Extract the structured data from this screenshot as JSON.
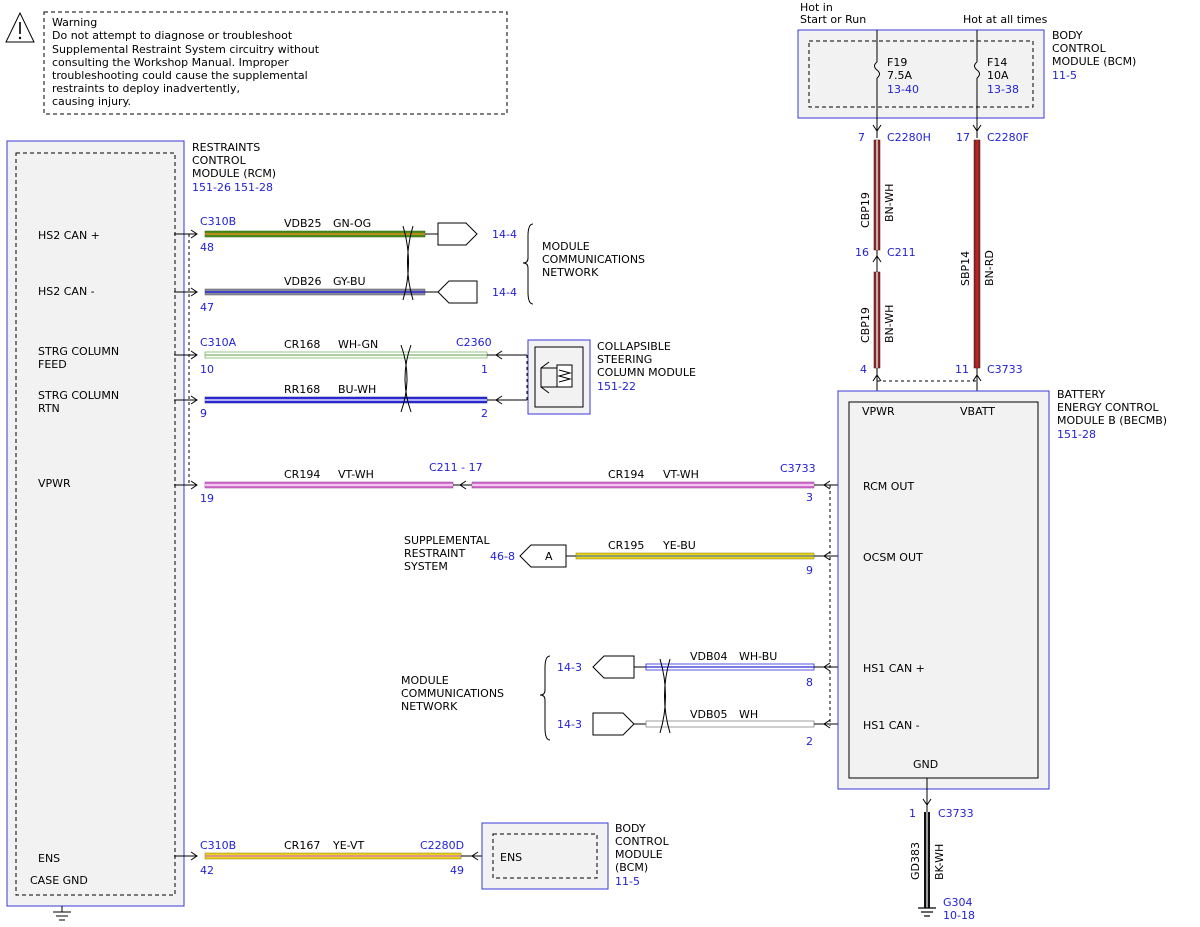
{
  "warning": {
    "lines": [
      "Warning",
      "Do not attempt to diagnose or troubleshoot",
      "Supplemental Restraint System circuitry without",
      "consulting the Workshop Manual. Improper",
      "troubleshooting could cause the supplemental",
      "restraints to deploy inadvertently,",
      "causing injury."
    ]
  },
  "rcm": {
    "title_lines": [
      "RESTRAINTS",
      "CONTROL",
      "MODULE (RCM)"
    ],
    "ref1": "151-26",
    "ref2": "151-28",
    "pins": {
      "hs2_can_plus": "HS2 CAN +",
      "hs2_can_minus": "HS2 CAN -",
      "strg_feed_1": "STRG COLUMN",
      "strg_feed_2": "FEED",
      "strg_rtn_1": "STRG COLUMN",
      "strg_rtn_2": "RTN",
      "vpwr": "VPWR",
      "ens": "ENS",
      "case_gnd": "CASE GND"
    }
  },
  "bcm_top": {
    "title_lines": [
      "BODY",
      "CONTROL",
      "MODULE (BCM)"
    ],
    "ref": "11-5",
    "hot_run_1": "Hot in",
    "hot_run_2": "Start or Run",
    "hot_always": "Hot at all times",
    "fuse_a_name": "F19",
    "fuse_a_rating": "7.5A",
    "fuse_a_ref": "13-40",
    "fuse_b_name": "F14",
    "fuse_b_rating": "10A",
    "fuse_b_ref": "13-38"
  },
  "becmb": {
    "title_lines": [
      "BATTERY",
      "ENERGY CONTROL",
      "MODULE B (BECMB)"
    ],
    "ref": "151-28",
    "pins": {
      "vpwr": "VPWR",
      "vbatt": "VBATT",
      "rcm_out": "RCM OUT",
      "ocsm_out": "OCSM OUT",
      "hs1_can_plus": "HS1 CAN +",
      "hs1_can_minus": "HS1 CAN -",
      "gnd": "GND"
    }
  },
  "steering": {
    "title_lines": [
      "COLLAPSIBLE",
      "STEERING",
      "COLUMN MODULE"
    ],
    "ref": "151-22"
  },
  "bcm_bottom": {
    "title_lines": [
      "BODY",
      "CONTROL",
      "MODULE",
      "(BCM)"
    ],
    "ref": "11-5",
    "pin": "ENS"
  },
  "mcn_top": {
    "lines": [
      "MODULE",
      "COMMUNICATIONS",
      "NETWORK"
    ],
    "ref_plus": "14-4",
    "ref_minus": "14-4"
  },
  "mcn_bottom": {
    "lines": [
      "MODULE",
      "COMMUNICATIONS",
      "NETWORK"
    ],
    "ref_plus": "14-3",
    "ref_minus": "14-3"
  },
  "srs": {
    "lines": [
      "SUPPLEMENTAL",
      "RESTRAINT",
      "SYSTEM"
    ],
    "ref": "46-8",
    "marker": "A"
  },
  "ground": {
    "name": "G304",
    "ref": "10-18"
  },
  "connectors": {
    "c310b": "C310B",
    "c310a": "C310A",
    "c2360": "C2360",
    "c211_17": "C211  -  17",
    "c3733": "C3733",
    "c2280d": "C2280D",
    "c2280h": "C2280H",
    "c2280f": "C2280F",
    "c211": "C211"
  },
  "pin_numbers": {
    "p48": "48",
    "p47": "47",
    "p10": "10",
    "p9": "9",
    "p19": "19",
    "p42": "42",
    "p1_c2360": "1",
    "p2_c2360": "2",
    "p3": "3",
    "p9_c3733": "9",
    "p8": "8",
    "p2_c3733": "2",
    "p49": "49",
    "p7": "7",
    "p17": "17",
    "p16": "16",
    "p4": "4",
    "p11": "11",
    "p1_gnd": "1"
  },
  "wires": {
    "vdb25": {
      "circuit": "VDB25",
      "color": "GN-OG"
    },
    "vdb26": {
      "circuit": "VDB26",
      "color": "GY-BU"
    },
    "cr168": {
      "circuit": "CR168",
      "color": "WH-GN"
    },
    "rr168": {
      "circuit": "RR168",
      "color": "BU-WH"
    },
    "cr194a": {
      "circuit": "CR194",
      "color": "VT-WH"
    },
    "cr194b": {
      "circuit": "CR194",
      "color": "VT-WH"
    },
    "cr195": {
      "circuit": "CR195",
      "color": "YE-BU"
    },
    "vdb04": {
      "circuit": "VDB04",
      "color": "WH-BU"
    },
    "vdb05": {
      "circuit": "VDB05",
      "color": "WH"
    },
    "cr167": {
      "circuit": "CR167",
      "color": "YE-VT"
    },
    "cbp19a": {
      "circuit": "CBP19",
      "color": "BN-WH"
    },
    "cbp19b": {
      "circuit": "CBP19",
      "color": "BN-WH"
    },
    "sbp14": {
      "circuit": "SBP14",
      "color": "BN-RD"
    },
    "gd383": {
      "circuit": "GD383",
      "color": "BK-WH"
    }
  },
  "colors": {
    "module_border": "#3a3ad6",
    "module_fill": "#f2f2f2",
    "label_blue": "#1f1fd6",
    "wire_green": "#4a8c1c",
    "wire_og_stripe": "#e08a1a",
    "wire_gy": "#8a8a9a",
    "wire_bu": "#2a2ad8",
    "wire_wh": "#ffffff",
    "wire_wh_gn_stripe": "#7ab56a",
    "wire_vt": "#d66fd0",
    "wire_ye": "#e8d21a",
    "wire_ye_bu_stripe": "#6e8a8a",
    "wire_bn": "#8a2a2a",
    "wire_rd": "#d02020",
    "wire_bk": "#111111"
  }
}
